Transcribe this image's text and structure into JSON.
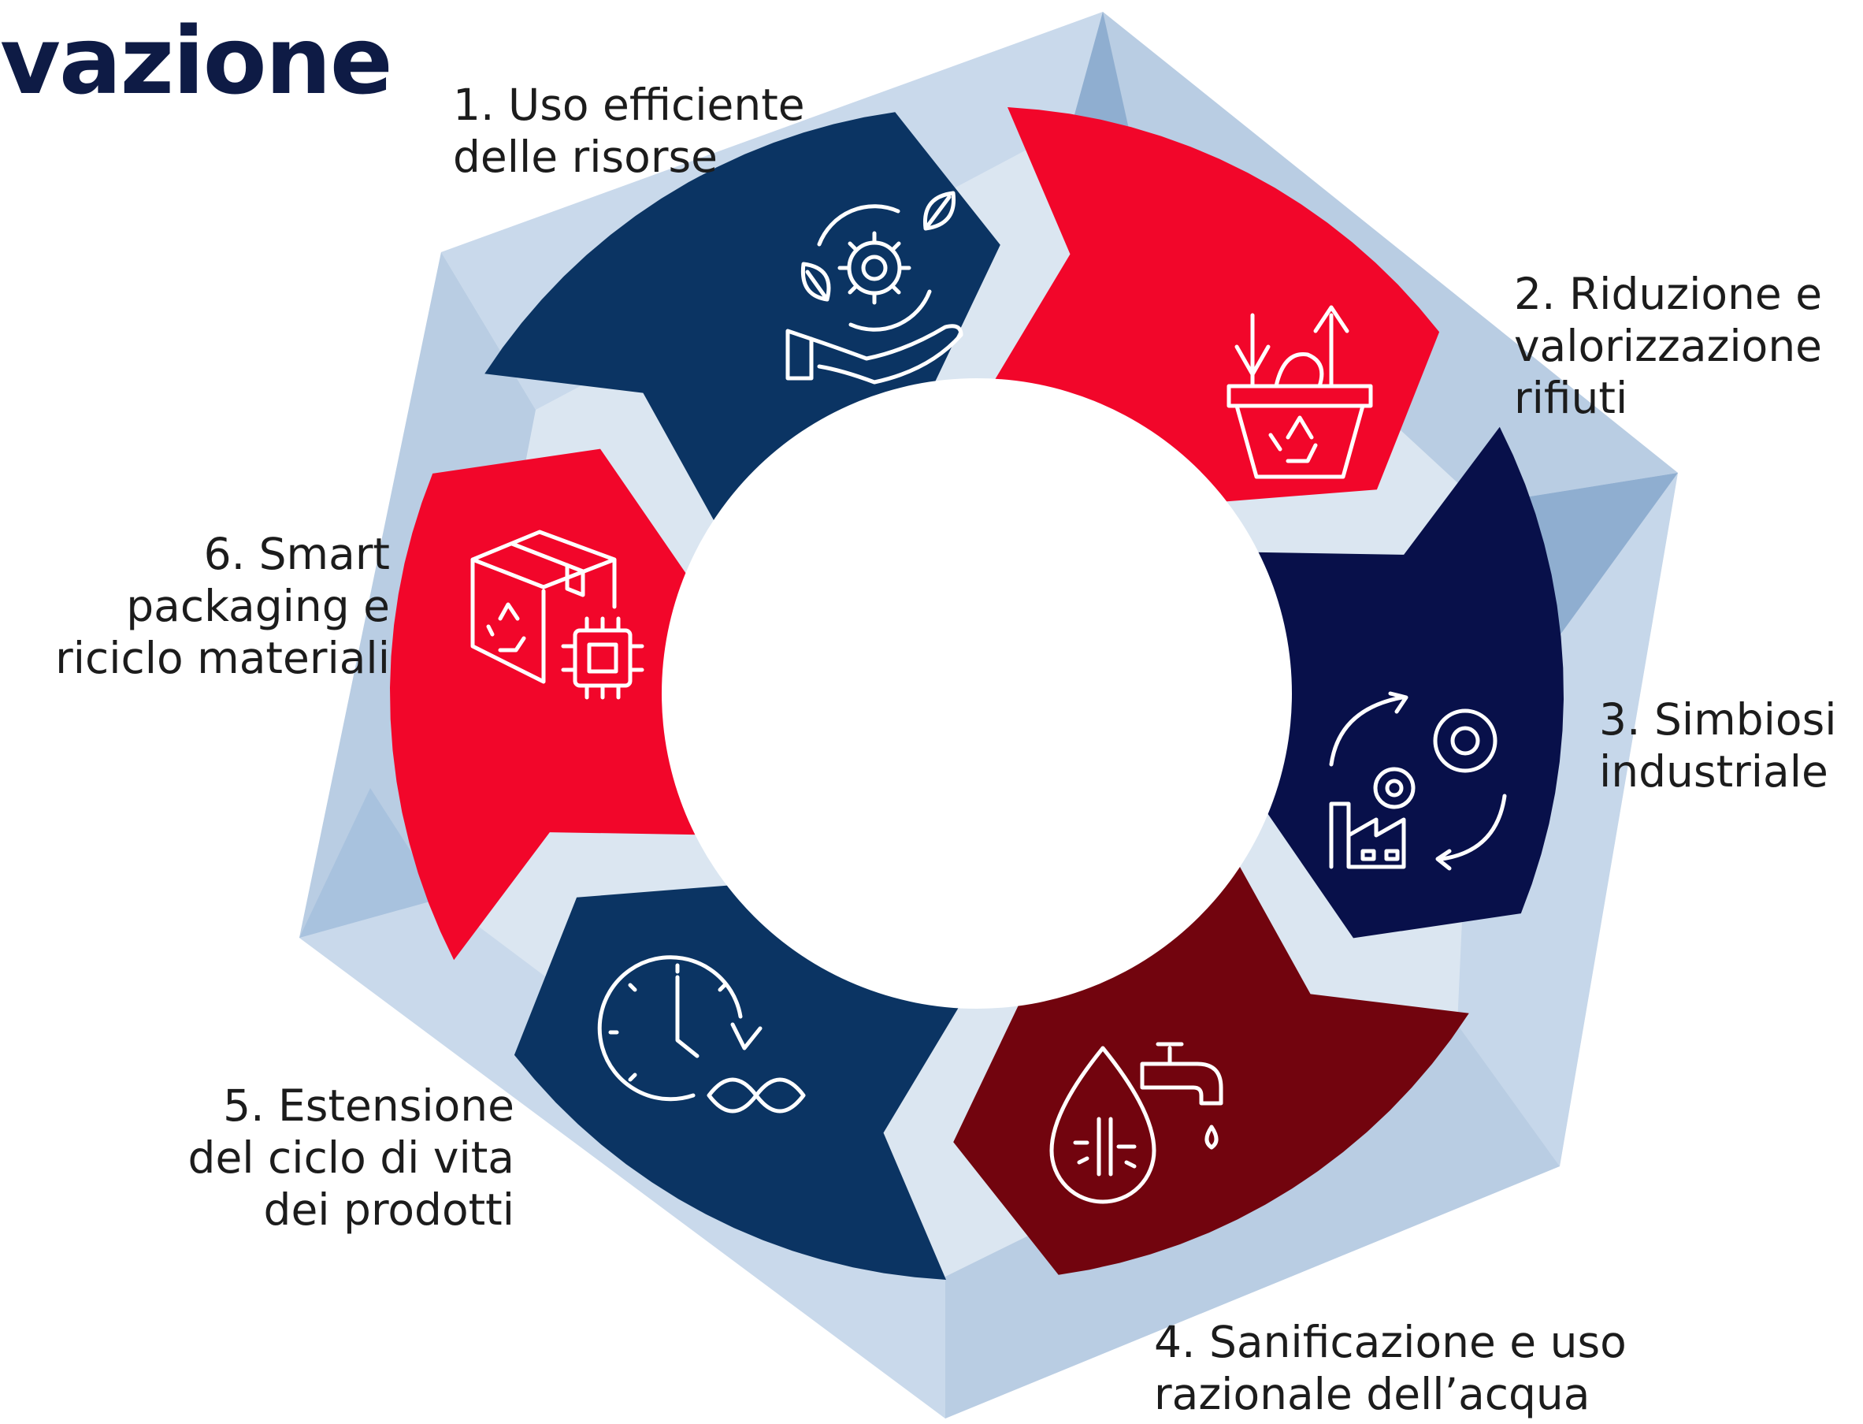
{
  "title": "vazione",
  "steps": [
    {
      "lines": [
        "1. Uso efficiente",
        "delle risorse"
      ],
      "icon": "hand-gear-leaves-icon",
      "color": "#0b3463"
    },
    {
      "lines": [
        "2. Riduzione e",
        "valorizzazione",
        "rifiuti"
      ],
      "icon": "recycle-bin-icon",
      "color": "#f2062a"
    },
    {
      "lines": [
        "3. Simbiosi",
        "industriale"
      ],
      "icon": "factory-gears-icon",
      "color": "#08104a"
    },
    {
      "lines": [
        "4. Sanificazione e uso",
        "razionale dell’acqua"
      ],
      "icon": "water-drop-tap-icon",
      "color": "#72040e"
    },
    {
      "lines": [
        "5. Estensione",
        "del ciclo di vita",
        "dei prodotti"
      ],
      "icon": "clock-infinity-icon",
      "color": "#0b3463"
    },
    {
      "lines": [
        "6. Smart",
        "packaging e",
        "riciclo materiali"
      ],
      "icon": "box-chip-recycle-icon",
      "color": "#f2062a"
    }
  ],
  "colors": {
    "frame_light": "#dbe6f1",
    "frame_mid": "#b9cde3",
    "frame_dark": "#8faed0",
    "title": "#0e1b45"
  }
}
